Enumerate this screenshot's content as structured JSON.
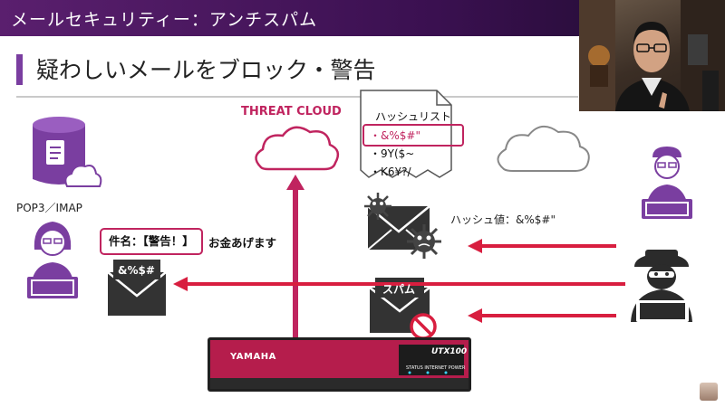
{
  "header": {
    "title": "メールセキュリティー：アンチスパム"
  },
  "slide": {
    "heading": "疑わしいメールをブロック・警告",
    "threat_cloud": "THREAT CLOUD",
    "pop_label": "POP3／IMAP",
    "hash_value_label": "ハッシュ値：&%$#\"",
    "subject_tag": "件名：【警告！】",
    "subject_rest": "お金あげます",
    "blocked_mail_text": "&%$#",
    "spam_mail_text": "スパム",
    "hash_list": {
      "title": "ハッシュリスト",
      "items": [
        "・&%$#\"",
        "・9Y($~",
        "・K6¥?/"
      ]
    }
  },
  "device": {
    "brand": "YAMAHA",
    "model": "UTX100",
    "status_labels": "STATUS  INTERNET  POWER"
  },
  "colors": {
    "accent": "#c0245f",
    "purple": "#7a3ea0",
    "dark": "#2b2b2b",
    "header": "#3a1050"
  },
  "icons": [
    "pop3-server-icon",
    "cloud-icon",
    "hash-list-document-icon",
    "envelope-icon",
    "virus-icon",
    "prohibited-icon",
    "user-icon",
    "hacker-icon",
    "arrow-icon"
  ]
}
